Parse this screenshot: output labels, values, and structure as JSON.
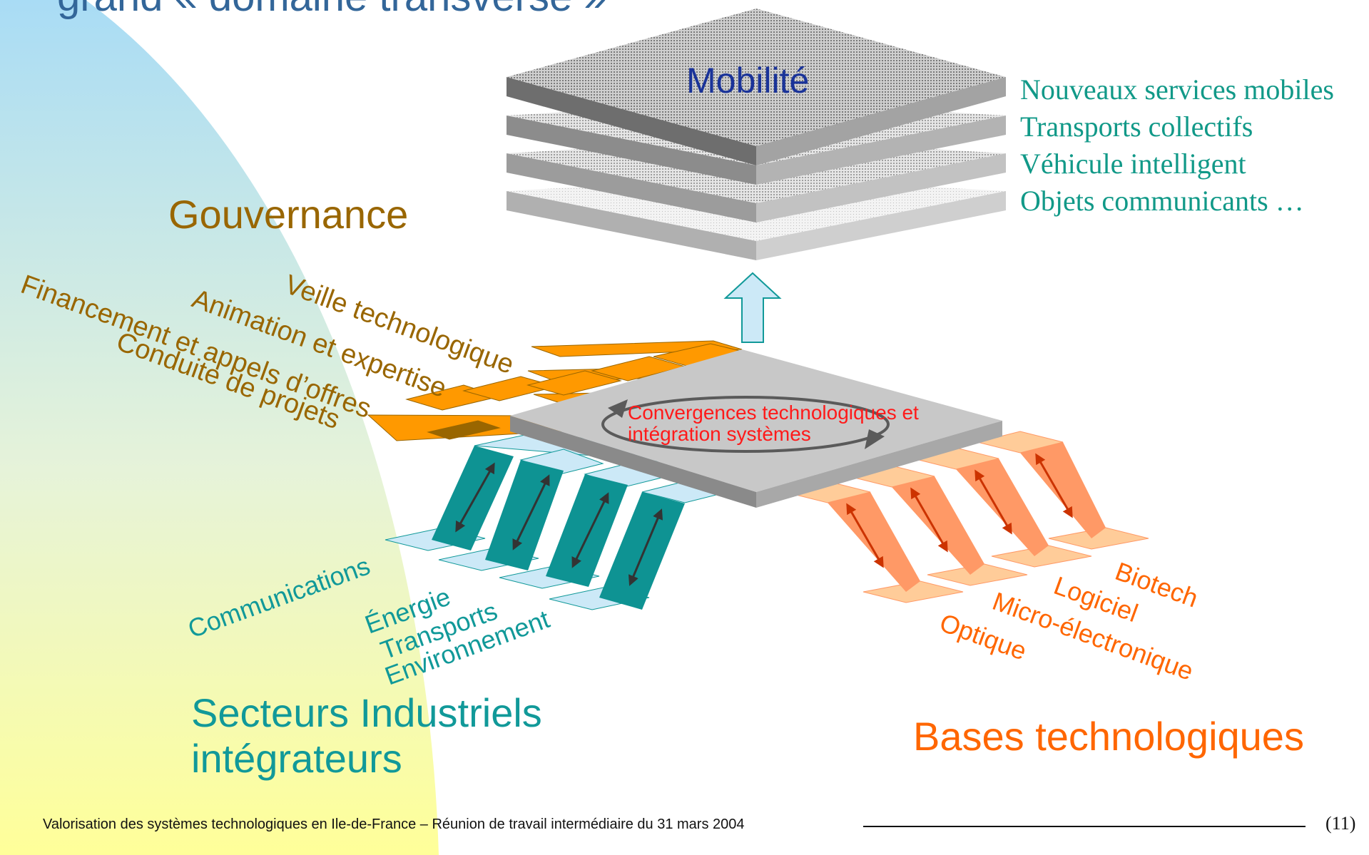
{
  "slide": {
    "title": "grand « domaine transverse »",
    "footer_text": "Valorisation des systèmes technologiques en Ile-de-France – Réunion de travail intermédiaire du 31 mars 2004",
    "page_number": "(11)"
  },
  "mobility": {
    "label": "Mobilité",
    "services": [
      "Nouveaux services mobiles",
      "Transports collectifs",
      "Véhicule intelligent",
      "Objets communicants …"
    ]
  },
  "governance": {
    "title": "Gouvernance",
    "items": [
      "Veille technologique",
      "Animation et expertise",
      "Financement et appels d’offres",
      "Conduite de projets"
    ]
  },
  "convergence": {
    "label": "Convergences technologiques et intégration systèmes"
  },
  "sectors": {
    "title": "Secteurs Industriels intégrateurs",
    "items": [
      "Communications",
      "Énergie",
      "Transports",
      "Environnement"
    ]
  },
  "technology_bases": {
    "title": "Bases technologiques",
    "items": [
      "Biotech",
      "Logiciel",
      "Micro-électronique",
      "Optique"
    ]
  },
  "colors": {
    "governance": "#996600",
    "governance_bands": "#ff9900",
    "sectors": "#119999",
    "sector_plates": "#cce9f7",
    "technology_bases": "#ff6600",
    "technology_plates": "#ff9966",
    "convergence_text": "#ff1a1a",
    "mobility_text": "#1a3399",
    "services_text": "#119988"
  }
}
